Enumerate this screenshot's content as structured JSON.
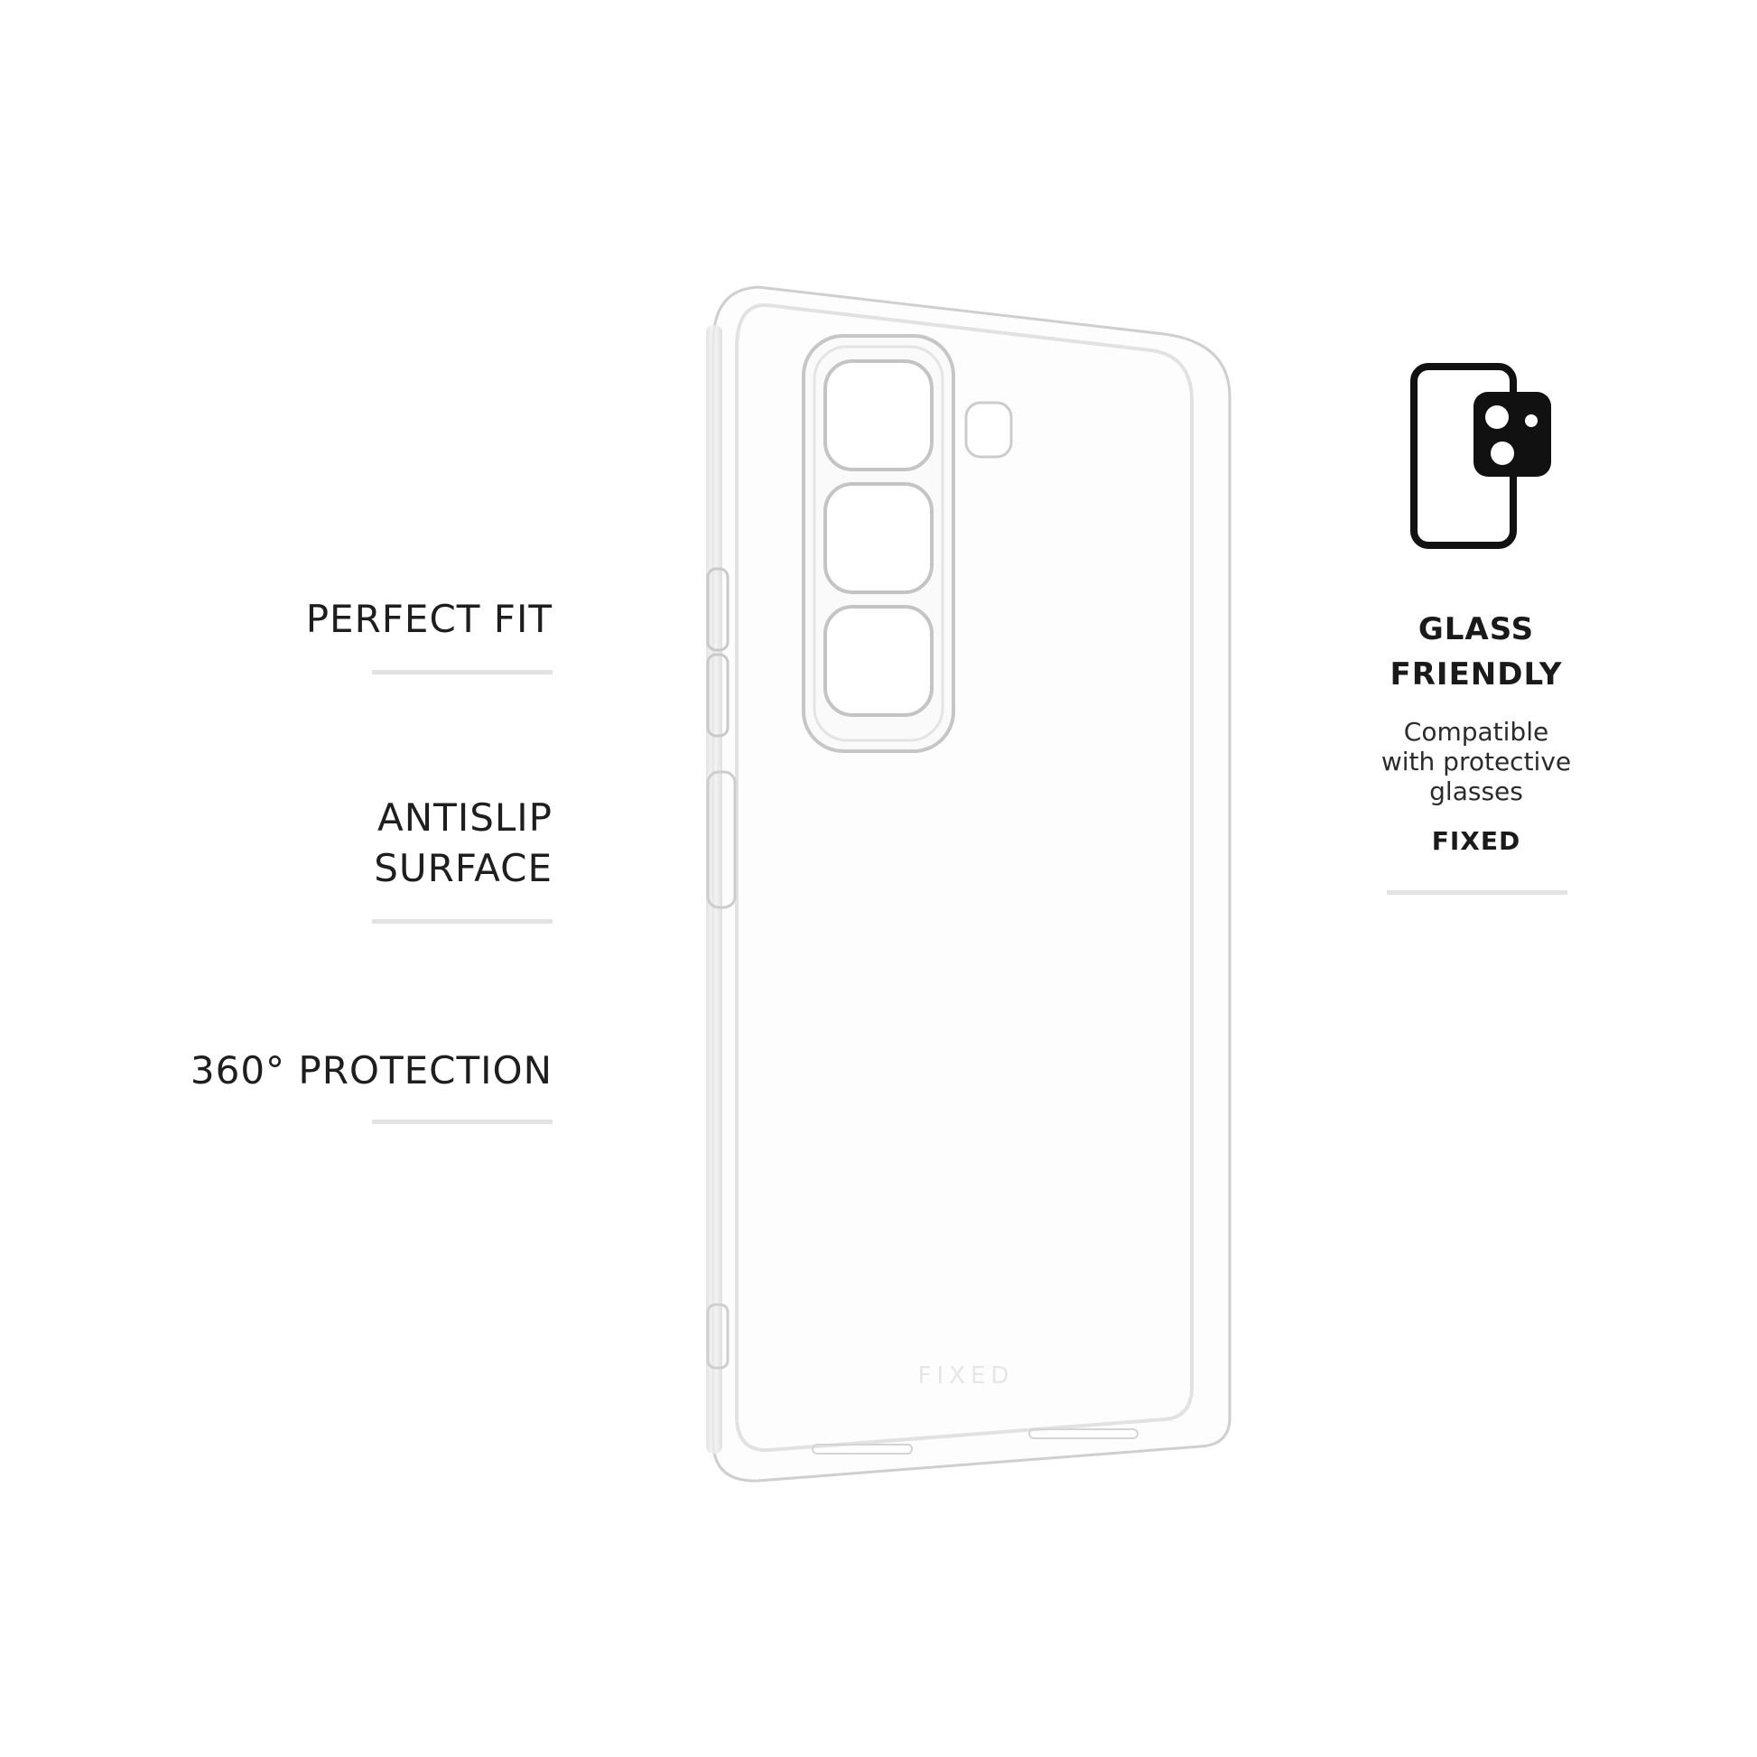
{
  "features": [
    {
      "line1": "PERFECT FIT",
      "line2": ""
    },
    {
      "line1": "ANTISLIP",
      "line2": "SURFACE"
    },
    {
      "line1": "360° PROTECTION",
      "line2": ""
    }
  ],
  "glass_friendly": {
    "title_line1": "GLASS",
    "title_line2": "FRIENDLY",
    "sub_line1": "Compatible",
    "sub_line2": "with protective",
    "sub_line3": "glasses",
    "brand": "FIXED",
    "icon": "phone-glass-camera-icon"
  },
  "product": {
    "image": "clear-phone-case"
  },
  "colors": {
    "text": "#1e1e1e",
    "divider": "#e3e3e3",
    "icon": "#111111"
  }
}
